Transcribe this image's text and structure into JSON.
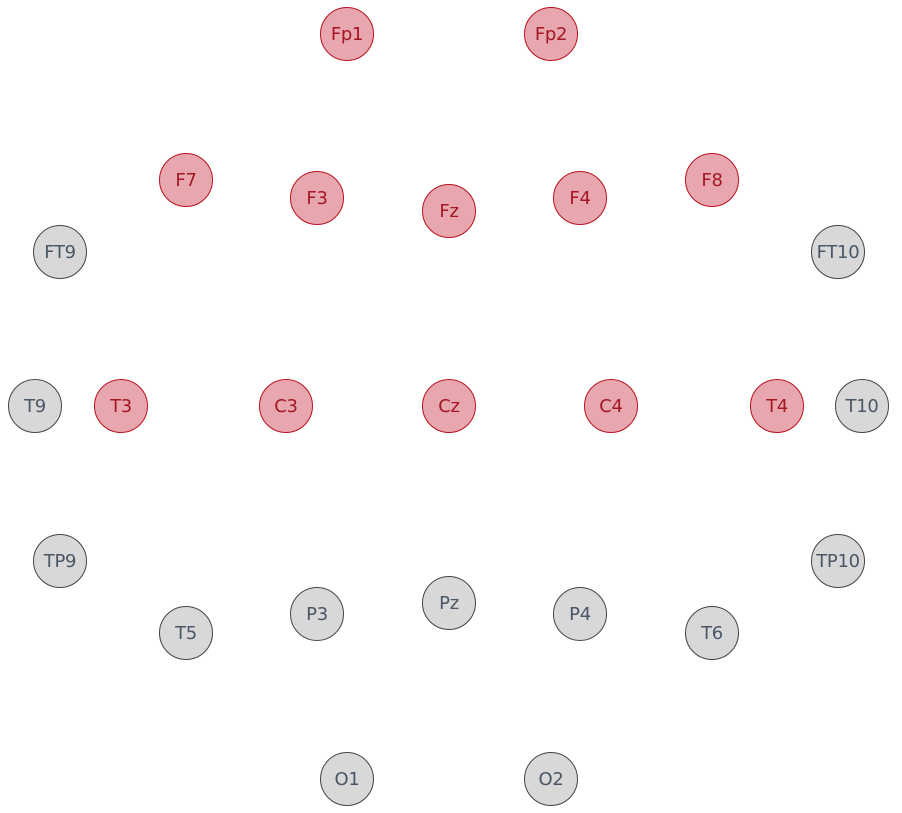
{
  "colors": {
    "active_fill": "#e8a7ae",
    "active_border": "#b8111e",
    "active_text": "#a31623",
    "inactive_fill": "#d8d8d8",
    "inactive_border": "#444444",
    "inactive_text": "#4a5666"
  },
  "electrodes": [
    {
      "label": "Fp1",
      "selected": true
    },
    {
      "label": "Fp2",
      "selected": true
    },
    {
      "label": "F7",
      "selected": true
    },
    {
      "label": "F3",
      "selected": true
    },
    {
      "label": "Fz",
      "selected": true
    },
    {
      "label": "F4",
      "selected": true
    },
    {
      "label": "F8",
      "selected": true
    },
    {
      "label": "FT9",
      "selected": false
    },
    {
      "label": "FT10",
      "selected": false
    },
    {
      "label": "T9",
      "selected": false
    },
    {
      "label": "T3",
      "selected": true
    },
    {
      "label": "C3",
      "selected": true
    },
    {
      "label": "Cz",
      "selected": true
    },
    {
      "label": "C4",
      "selected": true
    },
    {
      "label": "T4",
      "selected": true
    },
    {
      "label": "T10",
      "selected": false
    },
    {
      "label": "TP9",
      "selected": false
    },
    {
      "label": "TP10",
      "selected": false
    },
    {
      "label": "T5",
      "selected": false
    },
    {
      "label": "P3",
      "selected": false
    },
    {
      "label": "Pz",
      "selected": false
    },
    {
      "label": "P4",
      "selected": false
    },
    {
      "label": "T6",
      "selected": false
    },
    {
      "label": "O1",
      "selected": false
    },
    {
      "label": "O2",
      "selected": false
    }
  ]
}
